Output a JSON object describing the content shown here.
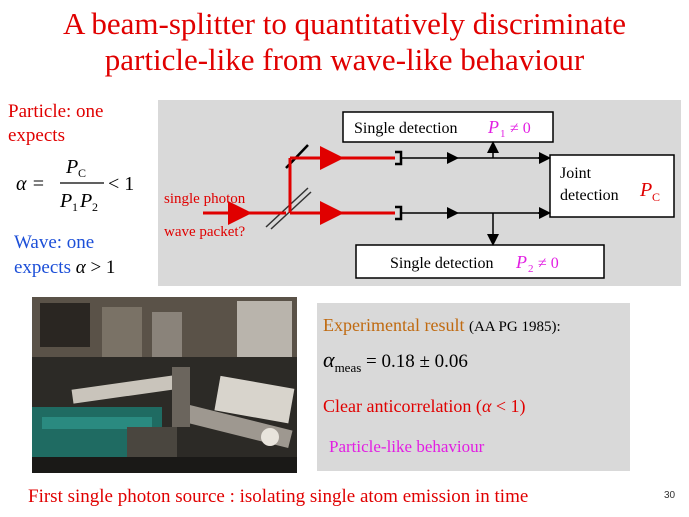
{
  "title": {
    "line1": "A beam-splitter to quantitatively discriminate",
    "line2": "particle-like from wave-like behaviour"
  },
  "left": {
    "particle_line1": "Particle: one",
    "particle_line2": "expects",
    "formula": {
      "lhs": "α =",
      "num": "P",
      "num_sub": "C",
      "den1": "P",
      "den1_sub": "1",
      "den2": "P",
      "den2_sub": "2",
      "rhs": "< 1"
    },
    "wave_line1": "Wave: one",
    "wave_line2_prefix": "expects",
    "wave_line2_alpha": "α",
    "wave_line2_suffix": "> 1"
  },
  "diagram": {
    "single_top": "Single detection",
    "p1": "P",
    "p1_sub": "1",
    "p1_neq": "≠ 0",
    "joint_line1": "Joint",
    "joint_line2": "detection",
    "pc": "P",
    "pc_sub": "C",
    "single_bottom": "Single detection",
    "p2": "P",
    "p2_sub": "2",
    "p2_neq": "≠ 0",
    "single_photon": "single photon",
    "wave_packet": "wave packet?"
  },
  "result": {
    "heading": "Experimental result",
    "reference": "(AA PG 1985):",
    "alpha_symbol": "α",
    "alpha_sub": "meas",
    "alpha_value": "= 0.18 ± 0.06",
    "anticorr_prefix": "Clear anticorrelation (",
    "anticorr_alpha": "α",
    "anticorr_suffix": "< 1)",
    "particle_behaviour": "Particle-like behaviour"
  },
  "footer": "First single photon source : isolating single atom emission in time",
  "page_number": "30",
  "colors": {
    "title_red": "#e00000",
    "wave_blue": "#1c4fd8",
    "result_orange": "#c06a10",
    "particle_magenta": "#e21ee2",
    "panel_gray": "#d9d9d9"
  }
}
